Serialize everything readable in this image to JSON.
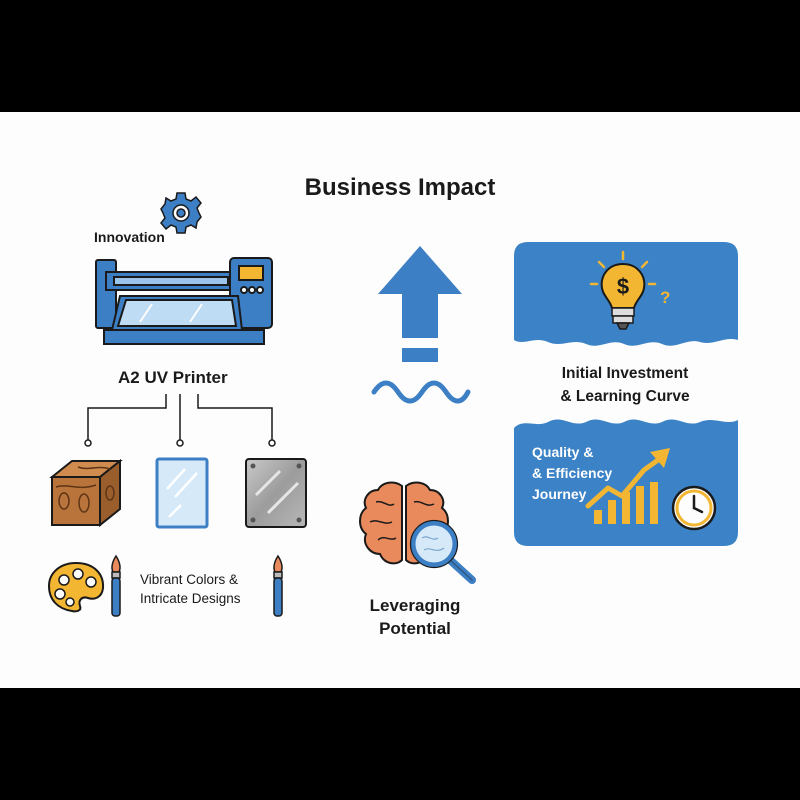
{
  "title": "Business Impact",
  "labels": {
    "innovation": "Innovation",
    "printer": "A2 UV Printer",
    "colors_line1": "Vibrant Colors &",
    "colors_line2": "Intricate Designs",
    "leveraging_line1": "Leveraging",
    "leveraging_line2": "Potential",
    "investment_line1": "Initial Investment",
    "investment_line2": "& Learning Curve",
    "quality_line1": "Quality &",
    "quality_line2": "& Efficiency",
    "quality_line3": "Journey",
    "question_mark": "?"
  },
  "icons": {
    "gear": "gear-icon",
    "printer": "uv-printer-icon",
    "wood": "wood-block-icon",
    "glass": "glass-panel-icon",
    "metal": "metal-plate-icon",
    "palette": "paint-palette-icon",
    "brush": "paintbrush-icon",
    "arrow": "up-arrow-icon",
    "brain": "brain-icon",
    "magnifier": "magnifier-icon",
    "bulb": "lightbulb-dollar-icon",
    "chart": "growth-chart-icon",
    "clock": "clock-icon"
  },
  "colors": {
    "blue": "#3d7fc4",
    "card_blue": "#3b82c6",
    "yellow": "#f2b632",
    "brain_orange": "#e98a5d",
    "wood_brown": "#b9743b",
    "outline": "#1a1a1a"
  }
}
